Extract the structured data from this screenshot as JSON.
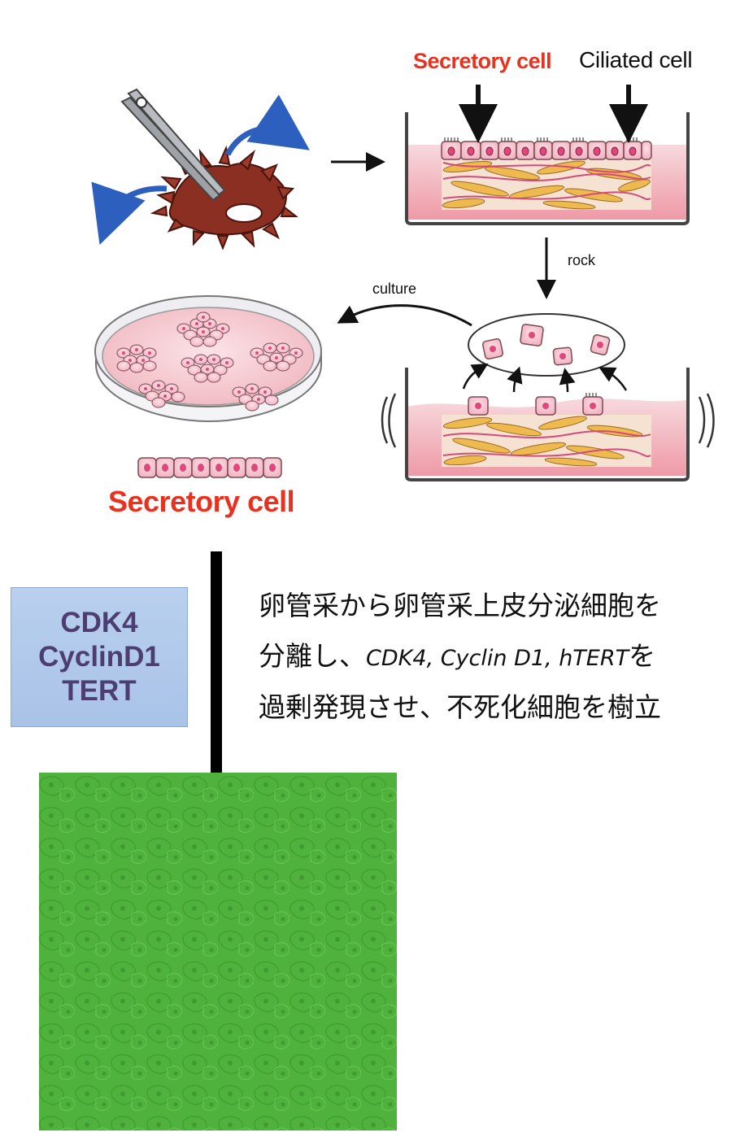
{
  "labels": {
    "secretory_cell_top": "Secretory cell",
    "ciliated_cell": "Ciliated cell",
    "rock": "rock",
    "culture": "culture",
    "secretory_cell_bottom": "Secretory cell"
  },
  "genes": [
    "CDK4",
    "CyclinD1",
    "TERT"
  ],
  "description": {
    "line1": "卵管采から卵管采上皮分泌細胞を",
    "line2_prefix": "分離し、",
    "line2_genes": "CDK4, Cyclin D1, hTERT",
    "line2_suffix": "を",
    "line3": "過剰発現させ、不死化細胞を樹立"
  },
  "colors": {
    "red_label": "#e8321f",
    "gene_box": "#b2cbec",
    "gene_text": "#4d3e72",
    "arrow_blue": "#2d5fbf",
    "tissue_red": "#7a2a1e",
    "cell_pink": "#f6c4cf",
    "nucleus": "#e0477a",
    "stroma_yellow": "#f0c56a",
    "microscopy_green": "#4fb23c"
  },
  "icons": [
    "scissors-icon",
    "fimbria-tissue",
    "culture-well",
    "petri-dish",
    "microscopy-image"
  ]
}
